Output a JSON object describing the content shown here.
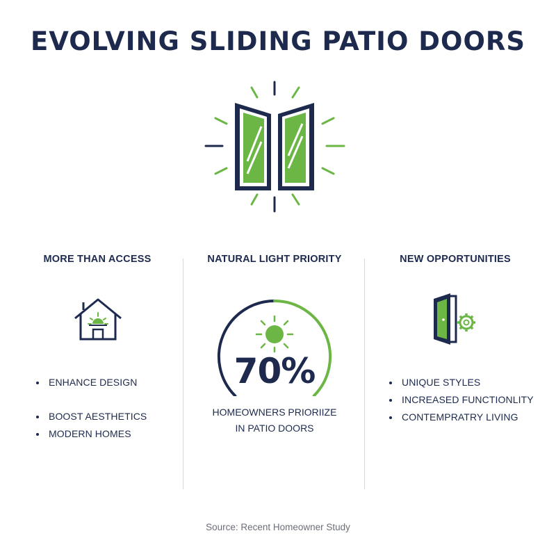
{
  "title": "EVOLVING SLIDING PATIO DOORS",
  "colors": {
    "navy": "#1d2a4d",
    "green": "#6cb645",
    "divider": "#d4d7dd",
    "muted": "#6b6f78"
  },
  "hero": {
    "icon": "sliding-door-icon"
  },
  "columns": [
    {
      "heading": "MORE THAN ACCESS",
      "icon": "house-sun-icon",
      "bullets": [
        "ENHANCE DESIGN",
        "BOOST AESTHETICS",
        "MODERN HOMES"
      ]
    },
    {
      "heading": "NATURAL LIGHT PRIORITY",
      "icon": "sun-icon",
      "progress_fraction": 0.7,
      "stat": "70%",
      "caption_lines": [
        "HOMEOWNERS PRIORIIZE",
        "IN PATIO DOORS"
      ]
    },
    {
      "heading": "NEW OPPORTUNITIES",
      "icon": "door-gear-icon",
      "bullets": [
        "UNIQUE STYLES",
        "INCREASED FUNCTIONLITY",
        "CONTEMPRATRY LIVING"
      ]
    }
  ],
  "source": "Source: Recent Homeowner Study"
}
